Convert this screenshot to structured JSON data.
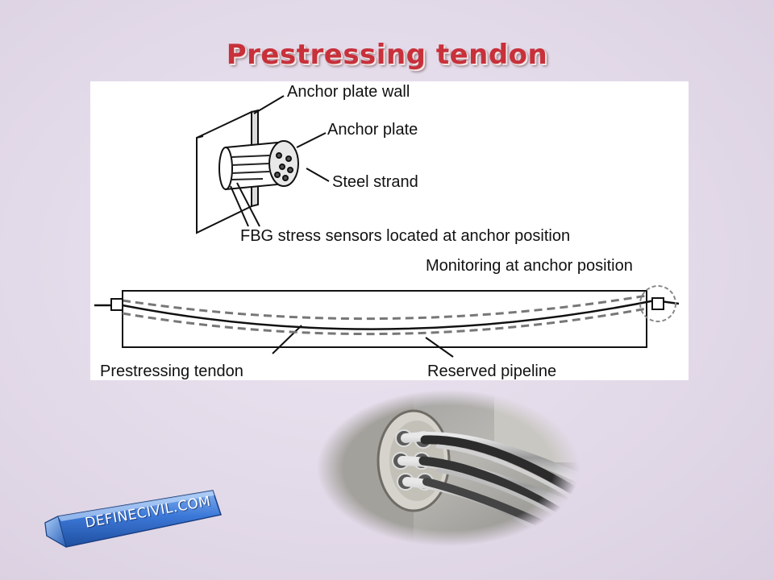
{
  "slide": {
    "title": "Prestressing tendon"
  },
  "diagram": {
    "labels": {
      "anchor_plate_wall": "Anchor plate wall",
      "anchor_plate": "Anchor plate",
      "steel_strand": "Steel strand",
      "fbg_sensors": "FBG stress sensors located at anchor position",
      "monitoring": "Monitoring at anchor position",
      "prestressing_tendon": "Prestressing tendon",
      "reserved_pipeline": "Reserved pipeline"
    }
  },
  "photo": {
    "icon": "anchor-strand-photo"
  },
  "badge": {
    "text": "DEFINECIVIL.COM",
    "color": "#3c78d8"
  }
}
